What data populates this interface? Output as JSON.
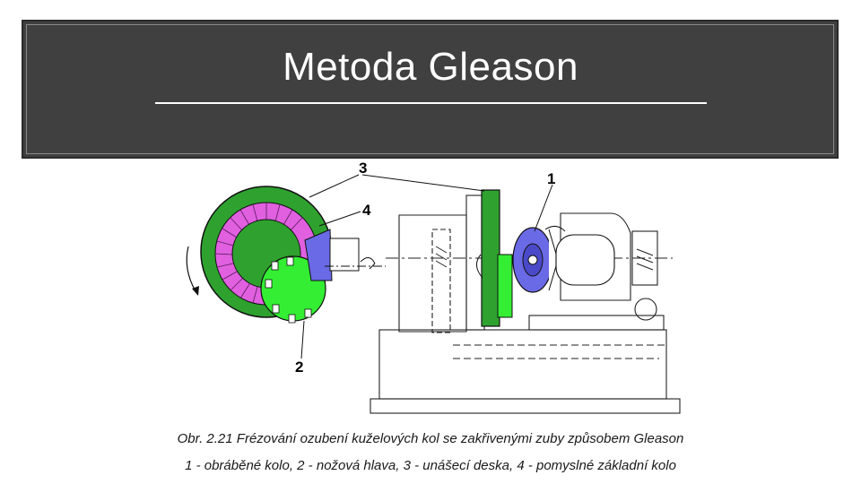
{
  "slide": {
    "title": "Metoda Gleason"
  },
  "figure": {
    "callouts": [
      "1",
      "2",
      "3",
      "4"
    ]
  },
  "caption": {
    "line1_label": "Obr. 2.21",
    "line1_text": "Frézování ozubení kuželových kol se zakřivenými zuby způsobem Gleason",
    "line2": [
      {
        "num": "1",
        "text": " - obráběné kolo, "
      },
      {
        "num": "2",
        "text": " - nožová hlava, "
      },
      {
        "num": "3",
        "text": " - unášecí deska, "
      },
      {
        "num": "4",
        "text": " - pomyslné základní kolo"
      }
    ]
  },
  "colors": {
    "title_band": "#404040",
    "carrier_green": "#2fa12f",
    "cutter_green": "#33ee33",
    "crown_magenta": "#e060e0",
    "gear_blue": "#6a6ae6"
  }
}
